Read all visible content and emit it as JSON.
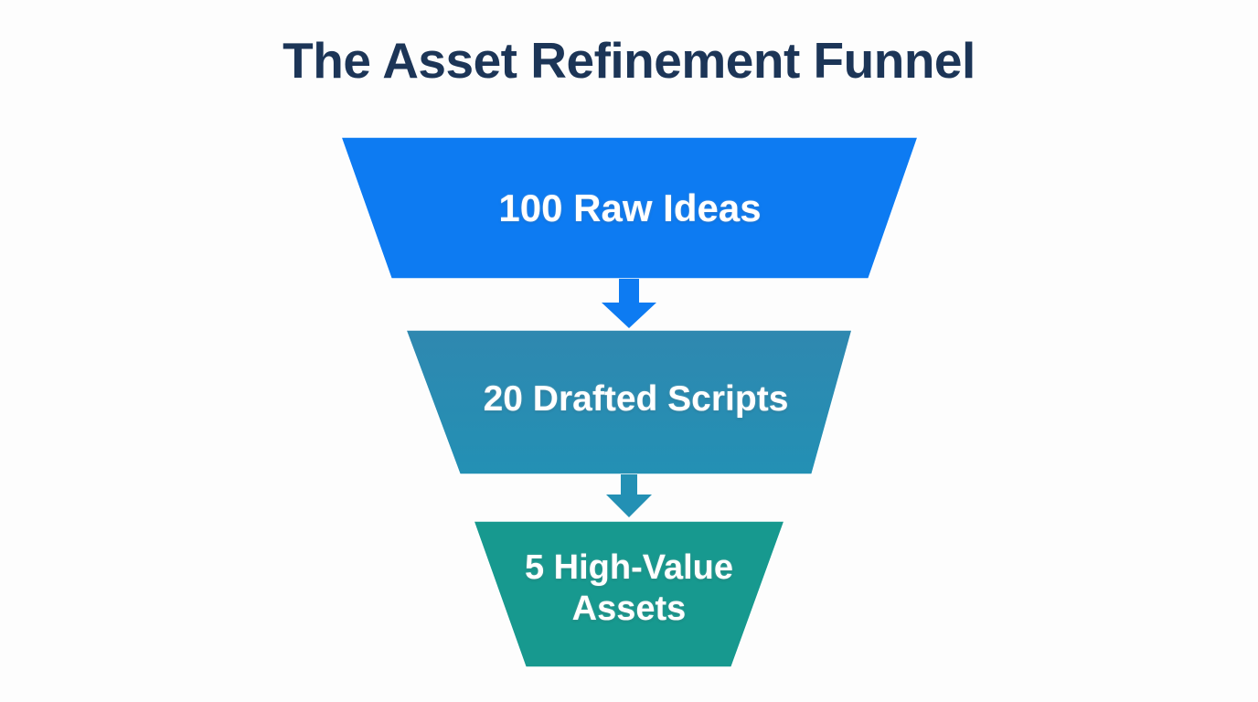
{
  "page": {
    "title": "The Asset Refinement Funnel",
    "background_color": "#fdfdfd",
    "title_color": "#1c3557"
  },
  "chart_data": {
    "type": "funnel",
    "title": "The Asset Refinement Funnel",
    "xlabel": "",
    "ylabel": "",
    "orientation": "vertical",
    "grid": false,
    "legend": "none",
    "categories": [
      "Raw Ideas",
      "Drafted Scripts",
      "High-Value Assets"
    ],
    "values": [
      100,
      20,
      5
    ],
    "labels": [
      "100 Raw Ideas",
      "20 Drafted Scripts",
      "5 High-Value Assets"
    ],
    "stages": [
      {
        "index": 1,
        "label": "100 Raw Ideas",
        "label_lines": [
          "100 Raw Ideas"
        ],
        "count": 100,
        "name": "Raw Ideas",
        "color": "#0d7bf2",
        "color_end": "#0d7bf2",
        "top_width": 631,
        "bottom_width": 522
      },
      {
        "index": 2,
        "label": "20 Drafted Scripts",
        "label_lines": [
          "20 Drafted Scripts"
        ],
        "count": 20,
        "name": "Drafted Scripts",
        "color": "#2f88b0",
        "color_end": "#2390b4",
        "top_width": 488,
        "bottom_width": 385
      },
      {
        "index": 3,
        "label": "5 High-Value Assets",
        "label_lines": [
          "5 High-Value",
          "Assets"
        ],
        "count": 5,
        "name": "High-Value Assets",
        "color": "#17998f",
        "color_end": "#17998f",
        "top_width": 340,
        "bottom_width": 225
      }
    ],
    "connectors": [
      {
        "index": 1,
        "from_stage": 1,
        "to_stage": 2,
        "color": "#0d7bf2",
        "shape": "down-arrow"
      },
      {
        "index": 2,
        "from_stage": 2,
        "to_stage": 3,
        "color": "#2390b4",
        "shape": "down-arrow"
      }
    ]
  }
}
